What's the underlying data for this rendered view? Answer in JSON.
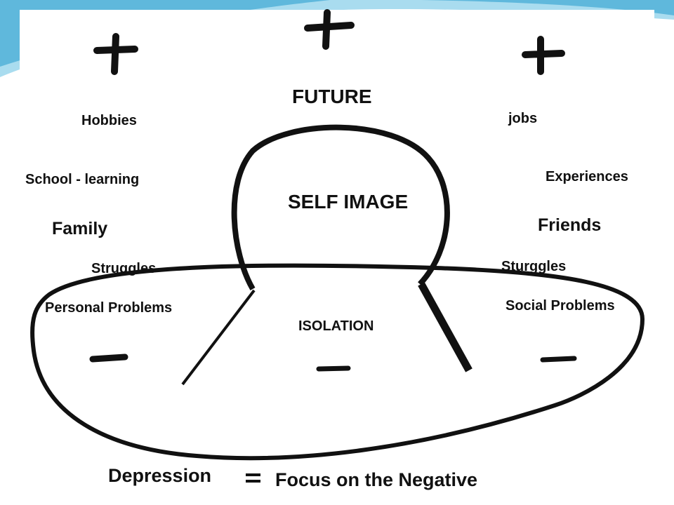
{
  "theme": {
    "ink": "#111111",
    "paper": "#ffffff",
    "accent": "#5fb8dc",
    "accent_light": "#a9dcef"
  },
  "diagram": {
    "top_label": "FUTURE",
    "dome_label": "SELF IMAGE",
    "center_label": "ISOLATION",
    "left_labels": [
      "Hobbies",
      "School - learning",
      "Family",
      "Struggles",
      "Personal Problems"
    ],
    "right_labels": [
      "jobs",
      "Experiences",
      "Friends",
      "Sturggles",
      "Social Problems"
    ],
    "plus_icons": [
      "plus-icon",
      "plus-icon",
      "plus-icon"
    ],
    "minus_icons": [
      "minus-icon",
      "minus-icon",
      "minus-icon"
    ]
  },
  "caption": {
    "left": "Depression",
    "symbol": "=",
    "right": "Focus on the Negative"
  }
}
